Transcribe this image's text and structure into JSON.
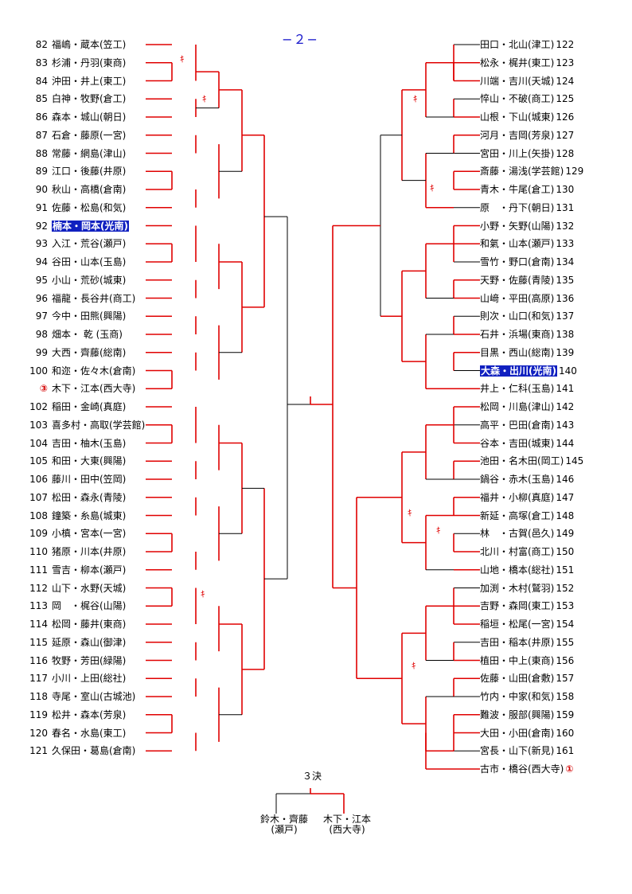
{
  "page_title": "−２−",
  "left_entries": [
    {
      "num": "82",
      "pair": "福嶋・蔵本(笠工)"
    },
    {
      "num": "83",
      "pair": "杉浦・丹羽(東商)"
    },
    {
      "num": "84",
      "pair": "沖田・井上(東工)"
    },
    {
      "num": "85",
      "pair": "白神・牧野(倉工)"
    },
    {
      "num": "86",
      "pair": "森本・城山(朝日)"
    },
    {
      "num": "87",
      "pair": "石倉・藤原(一宮)"
    },
    {
      "num": "88",
      "pair": "常藤・網島(津山)"
    },
    {
      "num": "89",
      "pair": "江口・後藤(井原)"
    },
    {
      "num": "90",
      "pair": "秋山・高橋(倉南)"
    },
    {
      "num": "91",
      "pair": "佐藤・松島(和気)"
    },
    {
      "num": "92",
      "pair": "楠本・岡本(光南)",
      "highlight": true
    },
    {
      "num": "93",
      "pair": "入江・荒谷(瀬戸)"
    },
    {
      "num": "94",
      "pair": "谷田・山本(玉島)"
    },
    {
      "num": "95",
      "pair": "小山・荒砂(城東)"
    },
    {
      "num": "96",
      "pair": "福龍・長谷井(商工)"
    },
    {
      "num": "97",
      "pair": "今中・田熊(興陽)"
    },
    {
      "num": "98",
      "pair": "畑本・ 乾 (玉商)"
    },
    {
      "num": "99",
      "pair": "大西・齊藤(総南)"
    },
    {
      "num": "100",
      "pair": "和迩・佐々木(倉南)"
    },
    {
      "num": "③",
      "pair": "木下・江本(西大寺)",
      "badge": true
    },
    {
      "num": "102",
      "pair": "稲田・金崎(真庭)"
    },
    {
      "num": "103",
      "pair": "喜多村・高取(学芸館)"
    },
    {
      "num": "104",
      "pair": "吉田・柚木(玉島)"
    },
    {
      "num": "105",
      "pair": "和田・大東(興陽)"
    },
    {
      "num": "106",
      "pair": "藤川・田中(笠岡)"
    },
    {
      "num": "107",
      "pair": "松田・森永(青陵)"
    },
    {
      "num": "108",
      "pair": "鐘築・糸島(城東)"
    },
    {
      "num": "109",
      "pair": "小槙・宮本(一宮)"
    },
    {
      "num": "110",
      "pair": "猪原・川本(井原)"
    },
    {
      "num": "111",
      "pair": "雪吉・柳本(瀬戸)"
    },
    {
      "num": "112",
      "pair": "山下・水野(天城)"
    },
    {
      "num": "113",
      "pair": "岡　・梶谷(山陽)"
    },
    {
      "num": "114",
      "pair": "松岡・藤井(東商)"
    },
    {
      "num": "115",
      "pair": "延原・森山(御津)"
    },
    {
      "num": "116",
      "pair": "牧野・芳田(緑陽)"
    },
    {
      "num": "117",
      "pair": "小川・上田(総社)"
    },
    {
      "num": "118",
      "pair": "寺尾・室山(古城池)"
    },
    {
      "num": "119",
      "pair": "松井・森本(芳泉)"
    },
    {
      "num": "120",
      "pair": "春名・水島(東工)"
    },
    {
      "num": "121",
      "pair": "久保田・葛島(倉南)"
    }
  ],
  "right_entries": [
    {
      "num": "122",
      "pair": "田口・北山(津工)"
    },
    {
      "num": "123",
      "pair": "松永・梶井(東工)"
    },
    {
      "num": "124",
      "pair": "川端・吉川(天城)"
    },
    {
      "num": "125",
      "pair": "悴山・不破(商工)"
    },
    {
      "num": "126",
      "pair": "山根・下山(城東)"
    },
    {
      "num": "127",
      "pair": "河月・吉岡(芳泉)"
    },
    {
      "num": "128",
      "pair": "宮田・川上(矢掛)"
    },
    {
      "num": "129",
      "pair": "斎藤・湯浅(学芸館)"
    },
    {
      "num": "130",
      "pair": "青木・牛尾(倉工)"
    },
    {
      "num": "131",
      "pair": "原　・丹下(朝日)"
    },
    {
      "num": "132",
      "pair": "小野・矢野(山陽)"
    },
    {
      "num": "133",
      "pair": "和氣・山本(瀬戸)"
    },
    {
      "num": "134",
      "pair": "雪竹・野口(倉南)"
    },
    {
      "num": "135",
      "pair": "天野・佐藤(青陵)"
    },
    {
      "num": "136",
      "pair": "山﨑・平田(高原)"
    },
    {
      "num": "137",
      "pair": "則次・山口(和気)"
    },
    {
      "num": "138",
      "pair": "石井・浜場(東商)"
    },
    {
      "num": "139",
      "pair": "目黒・西山(総南)"
    },
    {
      "num": "140",
      "pair": "大森・出川(光南)",
      "highlight": true
    },
    {
      "num": "141",
      "pair": "井上・仁科(玉島)"
    },
    {
      "num": "142",
      "pair": "松岡・川島(津山)"
    },
    {
      "num": "143",
      "pair": "高平・巴田(倉南)"
    },
    {
      "num": "144",
      "pair": "谷本・吉田(城東)"
    },
    {
      "num": "145",
      "pair": "池田・名木田(岡工)"
    },
    {
      "num": "146",
      "pair": "鍋谷・赤木(玉島)"
    },
    {
      "num": "147",
      "pair": "福井・小柳(真庭)"
    },
    {
      "num": "148",
      "pair": "新延・高塚(倉工)"
    },
    {
      "num": "149",
      "pair": "林　・古賀(邑久)"
    },
    {
      "num": "150",
      "pair": "北川・村富(商工)"
    },
    {
      "num": "151",
      "pair": "山地・橋本(総社)"
    },
    {
      "num": "152",
      "pair": "加渕・木村(鷲羽)"
    },
    {
      "num": "153",
      "pair": "吉野・森岡(東工)"
    },
    {
      "num": "154",
      "pair": "稲垣・松尾(一宮)"
    },
    {
      "num": "155",
      "pair": "吉田・稲本(井原)"
    },
    {
      "num": "156",
      "pair": "植田・中上(東商)"
    },
    {
      "num": "157",
      "pair": "佐藤・山田(倉敷)"
    },
    {
      "num": "158",
      "pair": "竹内・中家(和気)"
    },
    {
      "num": "159",
      "pair": "難波・服部(興陽)"
    },
    {
      "num": "160",
      "pair": "大田・小田(倉南)"
    },
    {
      "num": "161",
      "pair": "宮長・山下(新見)"
    },
    {
      "num": "①",
      "pair": "古市・橋谷(西大寺)",
      "badge": true,
      "badge_after": true
    }
  ],
  "third_place": {
    "label": "３決",
    "left_pair": {
      "names": "鈴木・齊藤",
      "school": "(瀬戸)"
    },
    "right_pair": {
      "names": "木下・江本",
      "school": "(西大寺)"
    }
  },
  "tie_mark": "ｷ",
  "colors": {
    "line_win": "#e00000",
    "line": "#000000",
    "highlight_bg": "#1020c0",
    "title": "#1a1acc"
  }
}
